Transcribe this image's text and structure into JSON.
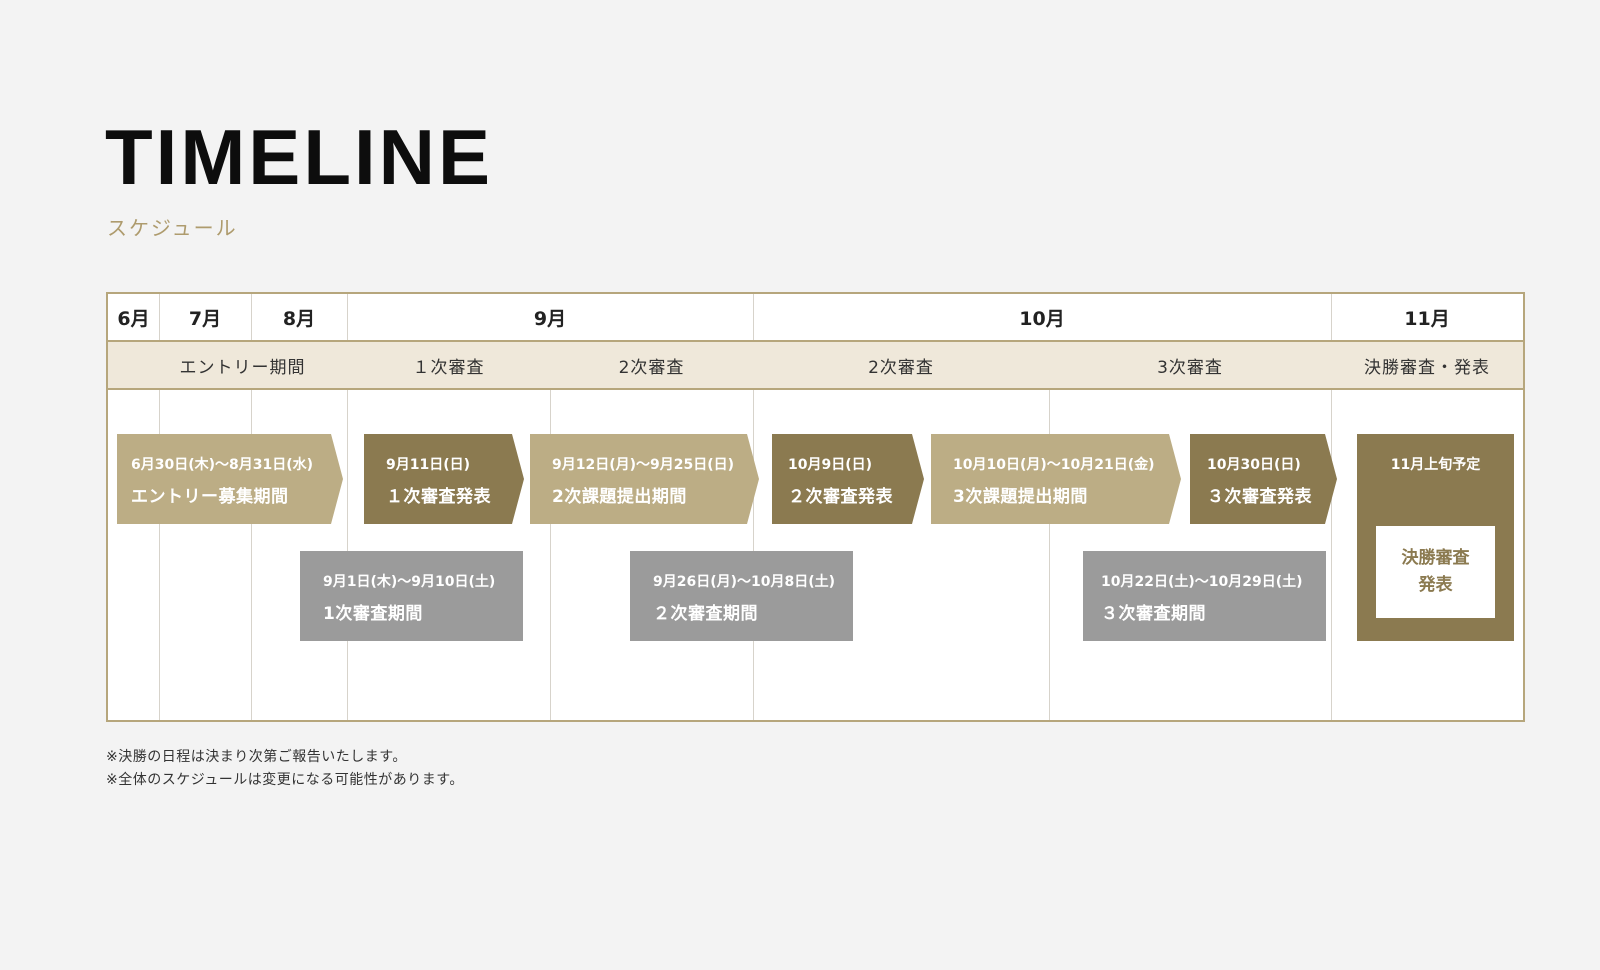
{
  "header": {
    "title": "TIMELINE",
    "subtitle": "スケジュール"
  },
  "months": [
    "6月",
    "7月",
    "8月",
    "9月",
    "10月",
    "11月"
  ],
  "phases": [
    "エントリー期間",
    "１次審査",
    "2次審査",
    "2次審査",
    "3次審査",
    "決勝審査・発表"
  ],
  "events": [
    {
      "date": "6月30日(木)〜8月31日(水)",
      "label": "エントリー募集期間"
    },
    {
      "date": "9月11日(日)",
      "label": "１次審査発表"
    },
    {
      "date": "9月12日(月)〜9月25日(日)",
      "label": "2次課題提出期間"
    },
    {
      "date": "10月9日(日)",
      "label": "２次審査発表"
    },
    {
      "date": "10月10日(月)〜10月21日(金)",
      "label": "3次課題提出期間"
    },
    {
      "date": "10月30日(日)",
      "label": "３次審査発表"
    }
  ],
  "reviews": [
    {
      "date": "9月1日(木)〜9月10日(土)",
      "label": "1次審査期間"
    },
    {
      "date": "9月26日(月)〜10月8日(土)",
      "label": "２次審査期間"
    },
    {
      "date": "10月22日(土)〜10月29日(土)",
      "label": "３次審査期間"
    }
  ],
  "final": {
    "date": "11月上旬予定",
    "line1": "決勝審査",
    "line2": "発表"
  },
  "notes": [
    "※決勝の日程は決まり次第ご報告いたします。",
    "※全体のスケジュールは変更になる可能性があります。"
  ],
  "colors": {
    "light": "#bcad85",
    "dark": "#8b7a50",
    "gray": "#9b9b9b",
    "accent": "#ae9b6d",
    "phase_bg": "#efe8da"
  }
}
